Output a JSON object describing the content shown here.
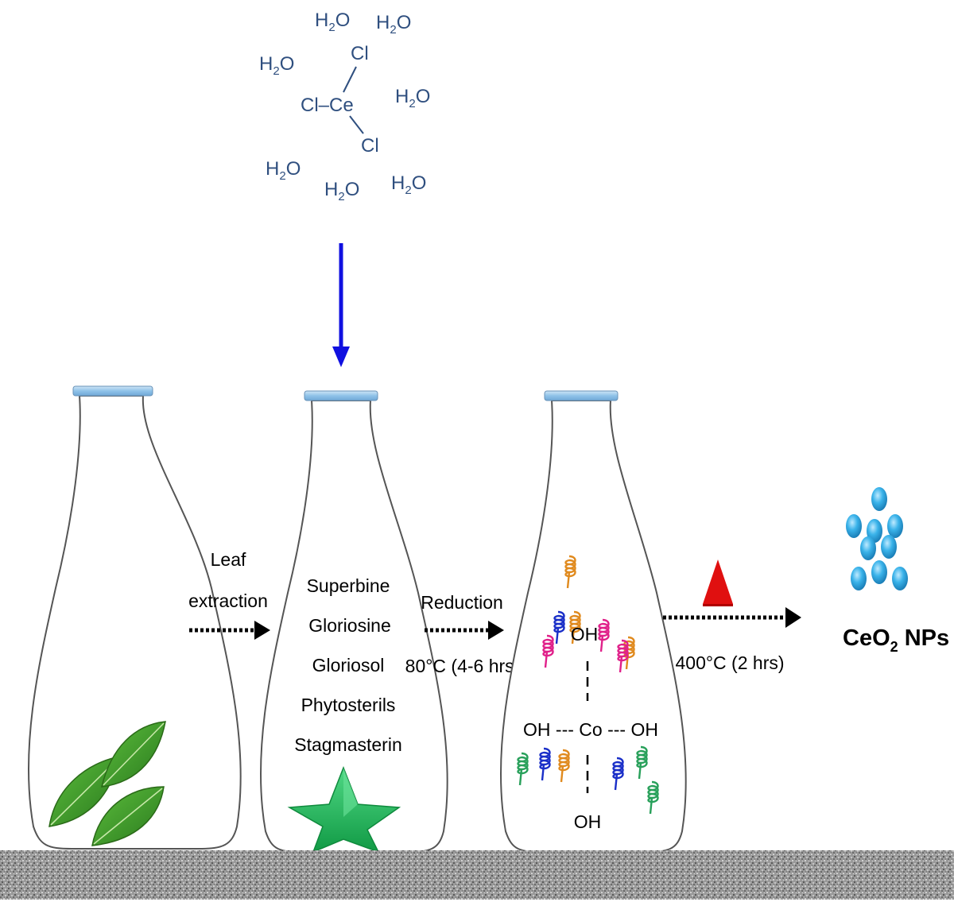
{
  "precursor": {
    "water": "H2O",
    "water_main": "H",
    "water_sub": "2",
    "water_tail": "O",
    "chlorine": "Cl",
    "cerium_core": "Cl–Ce"
  },
  "steps": {
    "leaf_line1": "Leaf",
    "leaf_line2": "extraction",
    "reduction": "Reduction",
    "reduction_condition": "80°C (4-6 hrs)",
    "calcination_condition": "400°C (2 hrs)"
  },
  "compounds": [
    "Superbine",
    "Gloriosine",
    "Gloriosol",
    "Phytosterils",
    "Stagmasterin"
  ],
  "complex": {
    "oh": "OH",
    "center_row": "OH --- Co --- OH",
    "bond_vertical": "--"
  },
  "product": {
    "label_main": "CeO",
    "label_sub": "2",
    "label_tail": " NPs"
  },
  "colors": {
    "arrow_blue": "#1010e0",
    "heat_triangle": "#e01010",
    "nanoparticle": "#2a9fd8",
    "leaf_green": "#3c9a2a",
    "star_green": "#1fae55",
    "chem_text": "#2f4f7f",
    "coil_colors": [
      "#e08a1e",
      "#1a2fc8",
      "#e0208a",
      "#28a05a"
    ]
  }
}
